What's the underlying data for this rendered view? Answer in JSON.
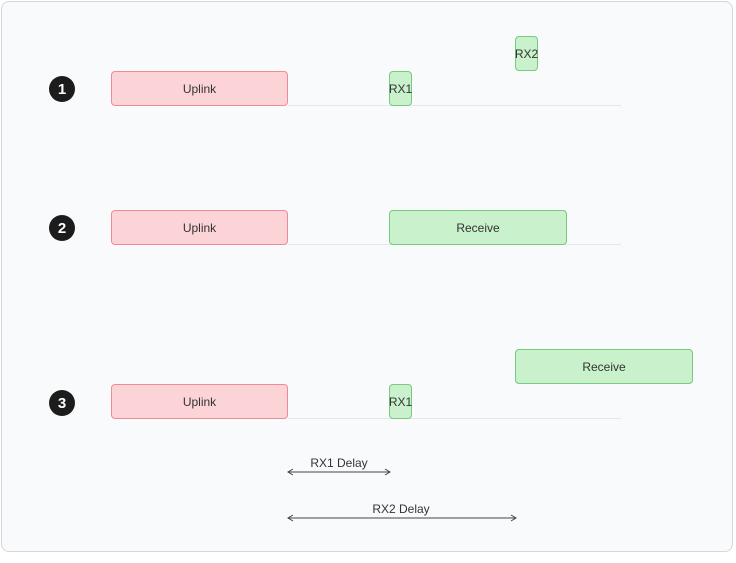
{
  "rows": [
    {
      "number": "1",
      "uplink_label": "Uplink",
      "rx1_label": "RX1",
      "rx2_label": "RX2"
    },
    {
      "number": "2",
      "uplink_label": "Uplink",
      "receive_label": "Receive"
    },
    {
      "number": "3",
      "uplink_label": "Uplink",
      "rx1_label": "RX1",
      "receive_label": "Receive"
    }
  ],
  "delays": {
    "rx1_label": "RX1 Delay",
    "rx2_label": "RX2 Delay"
  },
  "colors": {
    "uplink_fill": "#fcd3d7",
    "uplink_border": "#f08a95",
    "receive_fill": "#c9f1cc",
    "receive_border": "#79c980",
    "number_badge": "#1c1c1c"
  }
}
